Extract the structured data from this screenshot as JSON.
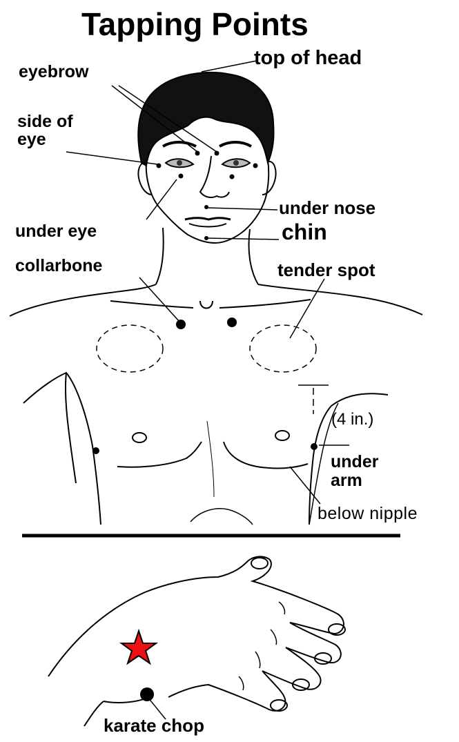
{
  "title": "Tapping Points",
  "labels": {
    "top_of_head": "top of head",
    "eyebrow": "eyebrow",
    "side_of_eye_1": "side of",
    "side_of_eye_2": "eye",
    "under_eye": "under eye",
    "collarbone": "collarbone",
    "under_nose": "under nose",
    "chin": "chin",
    "tender_spot": "tender spot",
    "four_in": "(4 in.)",
    "under_arm_1": "under",
    "under_arm_2": "arm",
    "below_nipple": "below nipple",
    "karate_chop": "karate chop"
  },
  "colors": {
    "ink": "#000000",
    "star": "#ee1111",
    "background": "#ffffff"
  }
}
